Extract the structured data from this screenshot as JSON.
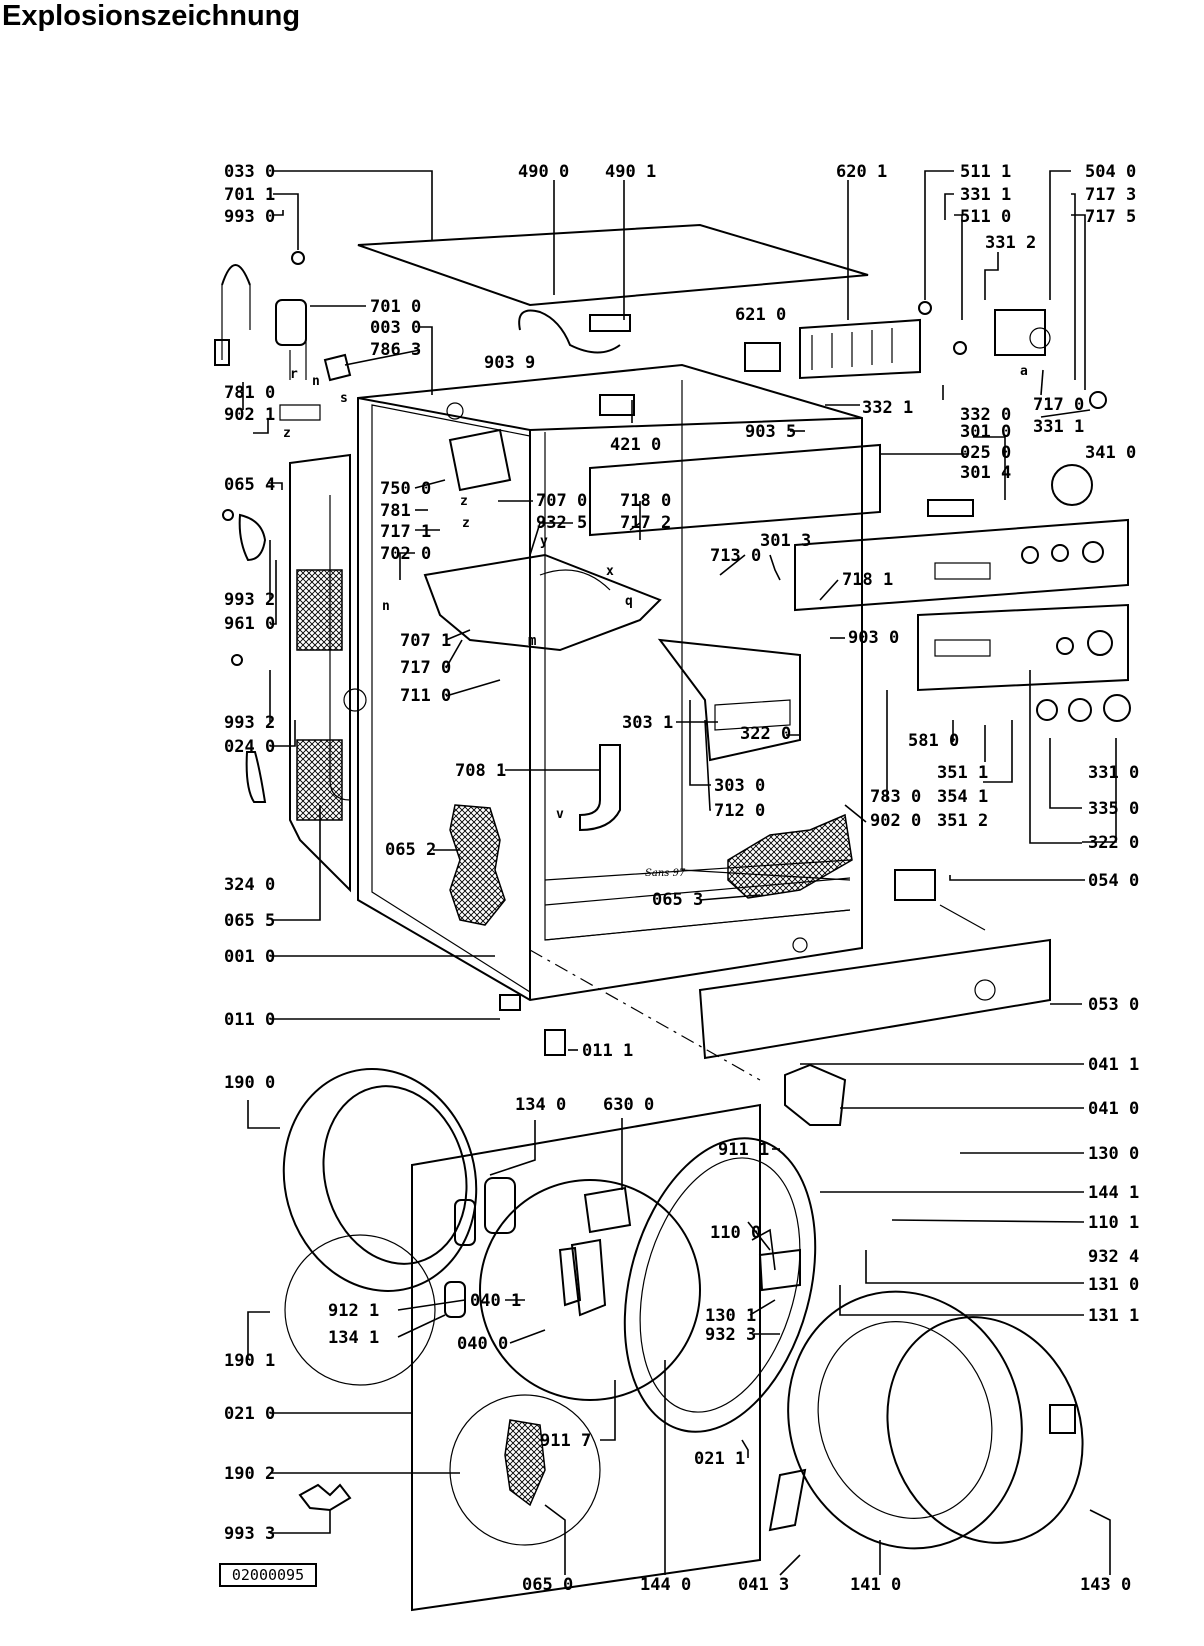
{
  "page": {
    "title": "Explosionszeichnung",
    "drawing_code": "02000095",
    "stamp_text": "Sans 97"
  },
  "labels": {
    "l0330": "033 0",
    "l7011": "701 1",
    "l9930": "993 0",
    "l4900": "490 0",
    "l4901": "490 1",
    "l6201": "620 1",
    "l5111": "511 1",
    "l3311": "331 1",
    "l5110": "511 0",
    "l3312": "331 2",
    "l5040": "504 0",
    "l7173": "717 3",
    "l7175": "717 5",
    "l7010": "701 0",
    "l0030": "003 0",
    "l7863": "786 3",
    "l6210": "621 0",
    "l9039": "903 9",
    "l7810": "781 0",
    "l9021": "902 1",
    "l3321": "332 1",
    "l3320": "332 0",
    "l7170": "717 0",
    "l3311b": "331 1",
    "l4210": "421 0",
    "l9035": "903 5",
    "l3010": "301 0",
    "l0250": "025 0",
    "l3014": "301 4",
    "l3410": "341 0",
    "l0654": "065 4",
    "l7500": "750 0",
    "l7070": "707 0",
    "l7180": "718 0",
    "l781": "781",
    "l9325": "932 5",
    "l7172": "717 2",
    "l7171": "717 1",
    "l7020": "702 0",
    "l3013": "301 3",
    "l7130": "713 0",
    "l7181": "718 1",
    "l9932": "993 2",
    "l9610": "961 0",
    "l7071": "707 1",
    "l7170b": "717 0",
    "l7110": "711 0",
    "l9030": "903 0",
    "l9932b": "993 2",
    "l0240": "024 0",
    "l3031": "303 1",
    "l3220": "322 0",
    "l7081": "708 1",
    "l3030": "303 0",
    "l7120": "712 0",
    "l5810": "581 0",
    "l3511": "351 1",
    "l3541": "354 1",
    "l3512": "351 2",
    "l7830": "783 0",
    "l9020": "902 0",
    "l3310": "331 0",
    "l3350": "335 0",
    "l3220b": "322 0",
    "l0652": "065 2",
    "l3240": "324 0",
    "l0653": "065 3",
    "l0540": "054 0",
    "l0655": "065 5",
    "l0010": "001 0",
    "l0530": "053 0",
    "l0110": "011 0",
    "l0111": "011 1",
    "l0411": "041 1",
    "l0410": "041 0",
    "l1900": "190 0",
    "l1340": "134 0",
    "l6300": "630 0",
    "l9111": "911 1",
    "l1300": "130 0",
    "l1441": "144 1",
    "l1100": "110 0",
    "l1101": "110 1",
    "l9324": "932 4",
    "l1310": "131 0",
    "l1311": "131 1",
    "l9121": "912 1",
    "l0401": "040 1",
    "l1301": "130 1",
    "l9323": "932 3",
    "l1341": "134 1",
    "l0400": "040 0",
    "l1901": "190 1",
    "l0210": "021 0",
    "l9117": "911 7",
    "l0211": "021 1",
    "l1902": "190 2",
    "l9933": "993 3",
    "l0650": "065 0",
    "l1440": "144 0",
    "l0413": "041 3",
    "l1410": "141 0",
    "l1430": "143 0",
    "m_r": "r",
    "m_n": "n",
    "m_s": "s",
    "m_z1": "z",
    "m_z2": "z",
    "m_n2": "n",
    "m_z3": "z",
    "m_m": "m",
    "m_x": "x",
    "m_v": "v",
    "m_q": "q",
    "m_y": "y",
    "m_a": "a"
  }
}
